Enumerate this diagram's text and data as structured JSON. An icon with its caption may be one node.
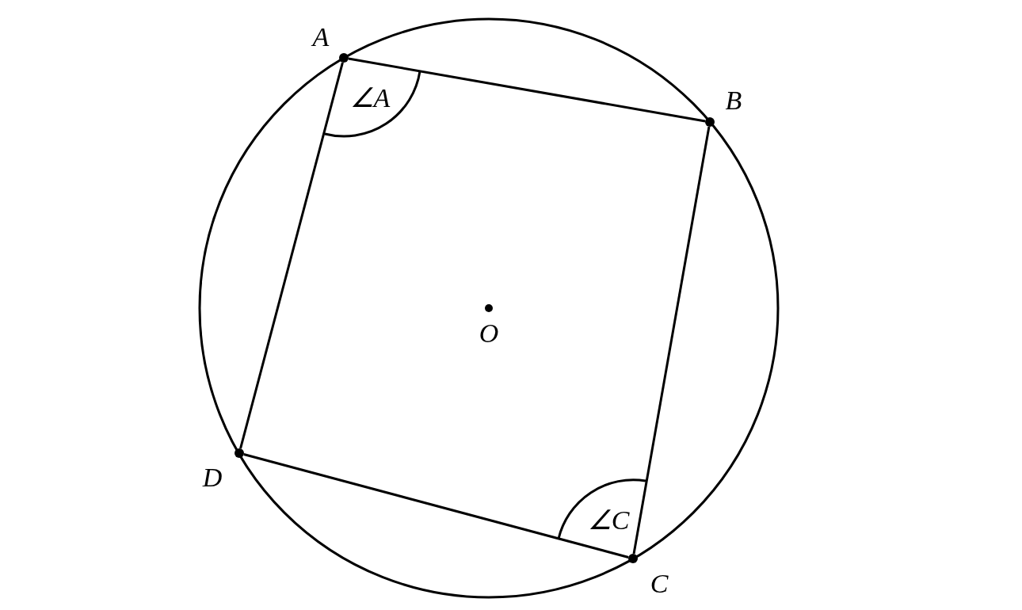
{
  "diagram": {
    "nodes": [
      {
        "text": [],
        "shape": "circle",
        "beside": [
          "A"
        ]
      },
      {
        "text": [],
        "shape": "circle",
        "beside": [
          "B"
        ]
      },
      {
        "text": [],
        "shape": "circle",
        "beside": [
          "C"
        ]
      },
      {
        "text": [],
        "shape": "circle",
        "beside": [
          "D"
        ]
      }
    ],
    "edges": [
      {
        "from": 0,
        "to": 1,
        "arrow": "none"
      },
      {
        "from": 1,
        "to": 2,
        "arrow": "none"
      },
      {
        "from": 2,
        "to": 3,
        "arrow": "none"
      },
      {
        "from": 3,
        "to": 0,
        "arrow": "none"
      }
    ],
    "labels": [
      "∠A",
      "O",
      "∠C"
    ]
  }
}
